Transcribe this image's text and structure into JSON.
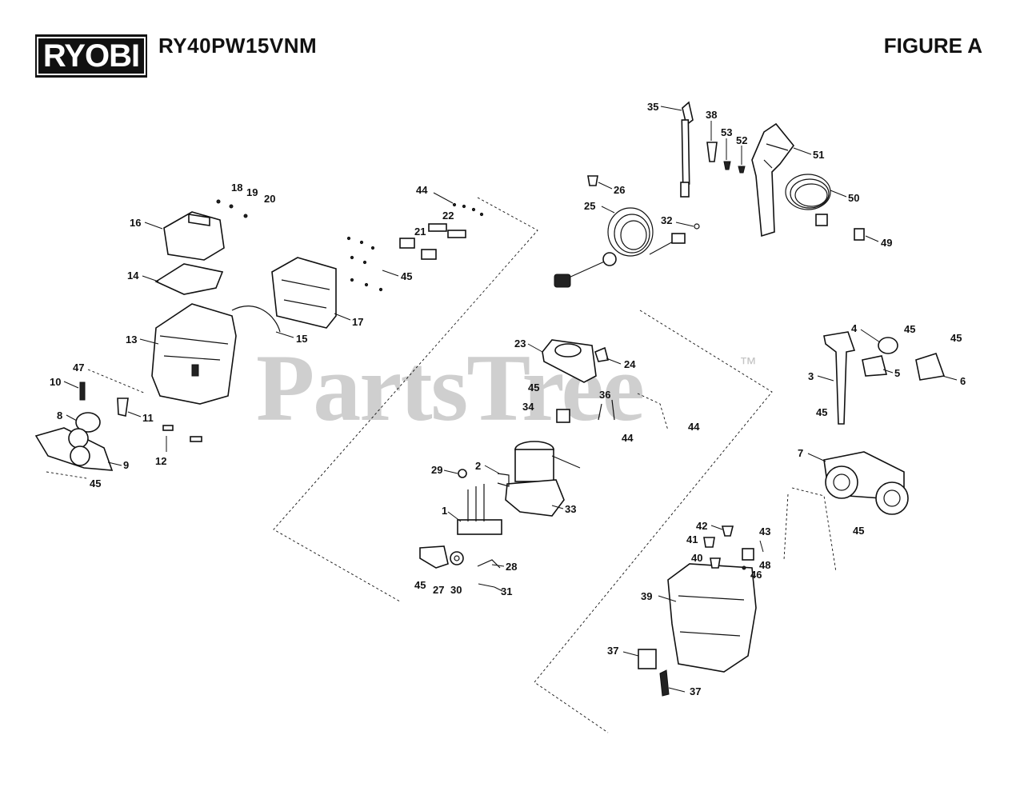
{
  "brand": "RYOBI",
  "model": "RY40PW15VNM",
  "figure": "FIGURE A",
  "watermark": "PartsTree",
  "trademark": "™",
  "colors": {
    "ink": "#111111",
    "watermark": "#cfcfcf",
    "background": "#ffffff"
  },
  "callouts": [
    {
      "id": "c35",
      "text": "35"
    },
    {
      "id": "c38",
      "text": "38"
    },
    {
      "id": "c53",
      "text": "53"
    },
    {
      "id": "c52",
      "text": "52"
    },
    {
      "id": "c51",
      "text": "51"
    },
    {
      "id": "c26",
      "text": "26"
    },
    {
      "id": "c50",
      "text": "50"
    },
    {
      "id": "c25",
      "text": "25"
    },
    {
      "id": "c32",
      "text": "32"
    },
    {
      "id": "c49",
      "text": "49"
    },
    {
      "id": "c18",
      "text": "18"
    },
    {
      "id": "c19",
      "text": "19"
    },
    {
      "id": "c20",
      "text": "20"
    },
    {
      "id": "c44a",
      "text": "44"
    },
    {
      "id": "c22",
      "text": "22"
    },
    {
      "id": "c16",
      "text": "16"
    },
    {
      "id": "c21",
      "text": "21"
    },
    {
      "id": "c45a",
      "text": "45"
    },
    {
      "id": "c14",
      "text": "14"
    },
    {
      "id": "c17",
      "text": "17"
    },
    {
      "id": "c15",
      "text": "15"
    },
    {
      "id": "c13",
      "text": "13"
    },
    {
      "id": "c23",
      "text": "23"
    },
    {
      "id": "c24",
      "text": "24"
    },
    {
      "id": "c4",
      "text": "4"
    },
    {
      "id": "c45b",
      "text": "45"
    },
    {
      "id": "c45c",
      "text": "45"
    },
    {
      "id": "c3",
      "text": "3"
    },
    {
      "id": "c5",
      "text": "5"
    },
    {
      "id": "c6",
      "text": "6"
    },
    {
      "id": "c47",
      "text": "47"
    },
    {
      "id": "c10",
      "text": "10"
    },
    {
      "id": "c45d",
      "text": "45"
    },
    {
      "id": "c36",
      "text": "36"
    },
    {
      "id": "c34",
      "text": "34"
    },
    {
      "id": "c44b",
      "text": "44"
    },
    {
      "id": "c44c",
      "text": "44"
    },
    {
      "id": "c45e",
      "text": "45"
    },
    {
      "id": "c8",
      "text": "8"
    },
    {
      "id": "c11",
      "text": "11"
    },
    {
      "id": "c12",
      "text": "12"
    },
    {
      "id": "c9",
      "text": "9"
    },
    {
      "id": "c45f",
      "text": "45"
    },
    {
      "id": "c7",
      "text": "7"
    },
    {
      "id": "c29",
      "text": "29"
    },
    {
      "id": "c2",
      "text": "2"
    },
    {
      "id": "c33",
      "text": "33"
    },
    {
      "id": "c1",
      "text": "1"
    },
    {
      "id": "c42",
      "text": "42"
    },
    {
      "id": "c43",
      "text": "43"
    },
    {
      "id": "c41",
      "text": "41"
    },
    {
      "id": "c45g",
      "text": "45"
    },
    {
      "id": "c40",
      "text": "40"
    },
    {
      "id": "c48",
      "text": "48"
    },
    {
      "id": "c46",
      "text": "46"
    },
    {
      "id": "c28",
      "text": "28"
    },
    {
      "id": "c45h",
      "text": "45"
    },
    {
      "id": "c27",
      "text": "27"
    },
    {
      "id": "c30",
      "text": "30"
    },
    {
      "id": "c31",
      "text": "31"
    },
    {
      "id": "c39",
      "text": "39"
    },
    {
      "id": "c37a",
      "text": "37"
    },
    {
      "id": "c37b",
      "text": "37"
    }
  ]
}
